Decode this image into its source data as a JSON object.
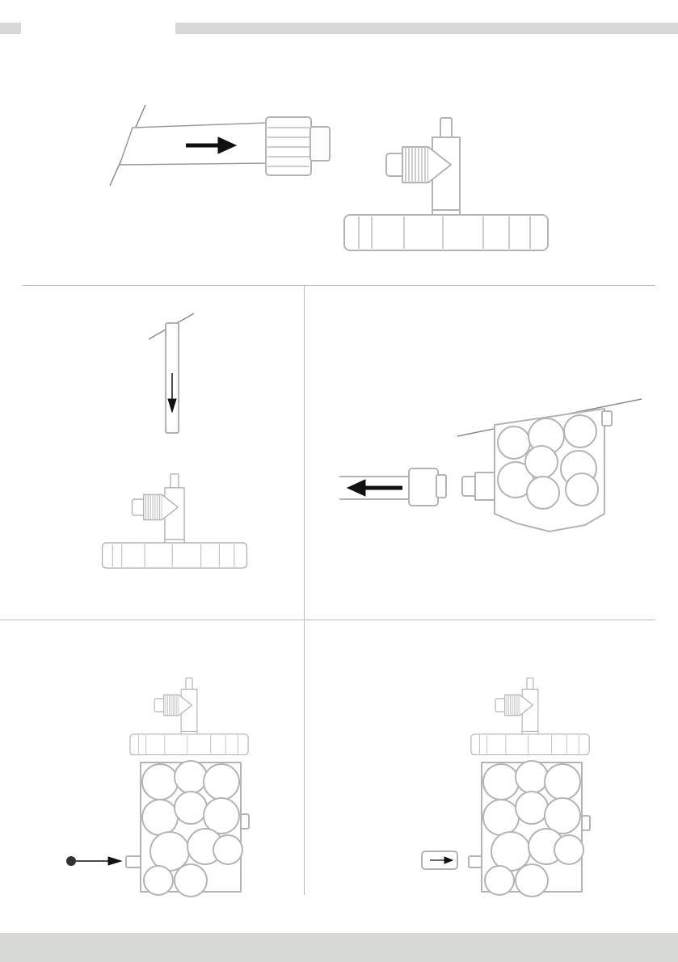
{
  "header": {
    "accent": "#d6d8d6"
  },
  "footer": {
    "accent": "#d6d8d6"
  },
  "steps": [
    {
      "icon": "hose-to-connector-illustration"
    },
    {
      "icon": "insert-tube-illustration"
    },
    {
      "icon": "detach-hose-from-reactor-illustration"
    },
    {
      "icon": "plug-side-port-illustration"
    },
    {
      "icon": "cap-side-port-illustration"
    }
  ]
}
